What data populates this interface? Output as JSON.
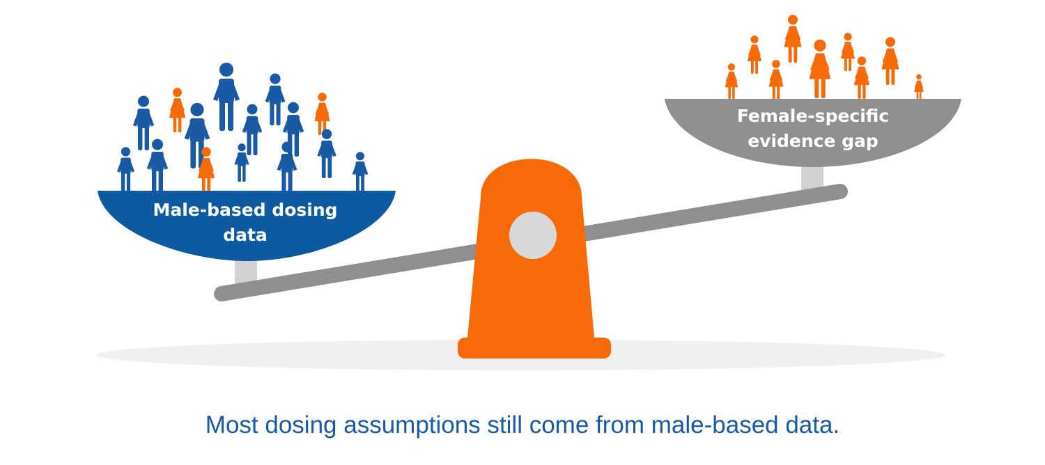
{
  "left_pan": {
    "label_line1": "Male-based dosing",
    "label_line2": "data",
    "color": "#0d5aa0"
  },
  "right_pan": {
    "label_line1": "Female-specific",
    "label_line2": "evidence gap",
    "color": "#8f8f91"
  },
  "caption": "Most dosing assumptions still come from male-based data.",
  "colors": {
    "male_figure": "#1a5aa5",
    "female_figure": "#f66a0a",
    "fulcrum": "#f66a0a",
    "beam": "#8f8f91",
    "pivot": "#d8d8d8",
    "shadow": "#f0f0f0"
  },
  "icons": {
    "male": "male-person-icon",
    "female": "female-person-icon"
  }
}
